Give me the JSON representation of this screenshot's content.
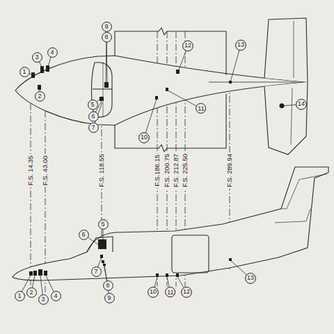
{
  "diagram": {
    "nodes": [
      {
        "text": [
          "1"
        ]
      },
      {
        "text": [
          "2"
        ]
      },
      {
        "text": [
          "3"
        ]
      },
      {
        "text": [
          "4"
        ]
      },
      {
        "text": [
          "5"
        ]
      },
      {
        "text": [
          "6"
        ]
      },
      {
        "text": [
          "7"
        ]
      },
      {
        "text": [
          "8"
        ]
      },
      {
        "text": [
          "9"
        ]
      },
      {
        "text": [
          "10"
        ]
      },
      {
        "text": [
          "11"
        ]
      },
      {
        "text": [
          "12"
        ]
      },
      {
        "text": [
          "13"
        ]
      },
      {
        "text": [
          "14"
        ]
      },
      {
        "text": [
          "1"
        ]
      },
      {
        "text": [
          "2"
        ]
      },
      {
        "text": [
          "3"
        ]
      },
      {
        "text": [
          "4"
        ]
      },
      {
        "text": [
          "5"
        ]
      },
      {
        "text": [
          "6"
        ]
      },
      {
        "text": [
          "7"
        ]
      },
      {
        "text": [
          "8"
        ]
      },
      {
        "text": [
          "9"
        ]
      },
      {
        "text": [
          "10"
        ]
      },
      {
        "text": [
          "11"
        ]
      },
      {
        "text": [
          "12"
        ]
      },
      {
        "text": [
          "13"
        ]
      }
    ],
    "labels": [
      "F.S. 14.35",
      "F.S. 43.00",
      "F.S. 118.55",
      "F.S.186.15",
      "F.S. 200.75",
      "F.S. 212.87",
      "F.S. 225.50",
      "F.S. 289.94"
    ]
  }
}
